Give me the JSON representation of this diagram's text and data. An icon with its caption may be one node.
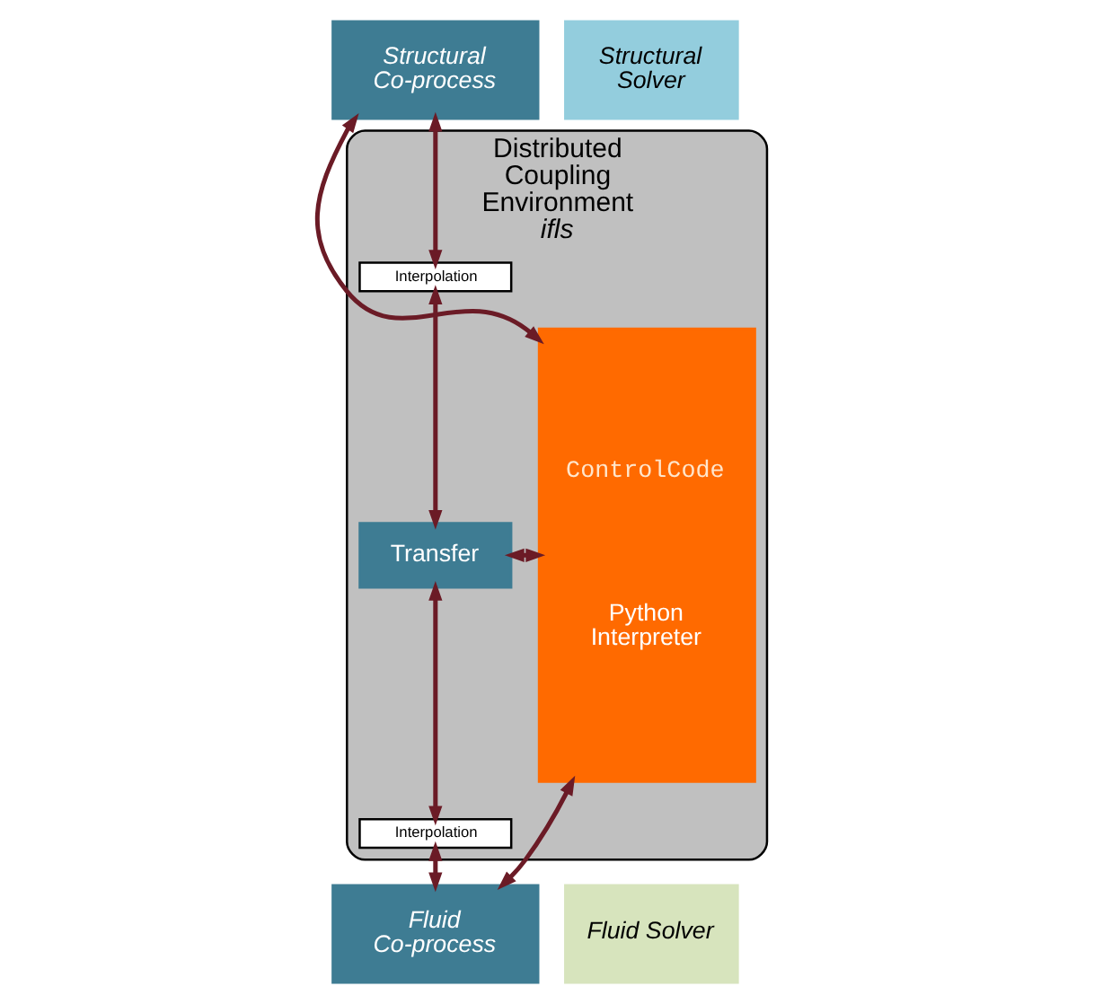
{
  "diagram": {
    "nodes": [
      {
        "text": [
          "Distributed Coupling Environment *ifls*"
        ]
      },
      {
        "text": [
          "ControlCode",
          "Python Interpreter"
        ],
        "in": 0
      },
      {
        "text": [
          "Structural Co-process"
        ]
      },
      {
        "text": [
          "Structural Solver"
        ]
      },
      {
        "text": [
          "Interpolation"
        ],
        "in": 0
      },
      {
        "text": [
          "Transfer"
        ],
        "in": 0
      },
      {
        "text": [
          "Interpolation"
        ],
        "in": 0
      },
      {
        "text": [
          "Fluid Co-process"
        ]
      },
      {
        "text": [
          "Fluid Solver"
        ]
      }
    ],
    "edges": [
      {
        "from": 1,
        "to": 2,
        "arrow": "both"
      },
      {
        "from": 2,
        "to": 4,
        "arrow": "both"
      },
      {
        "from": 4,
        "to": 5,
        "arrow": "both"
      },
      {
        "from": 1,
        "to": 5,
        "arrow": "both"
      },
      {
        "from": 5,
        "to": 6,
        "arrow": "both"
      },
      {
        "from": 6,
        "to": 7,
        "arrow": "both"
      },
      {
        "from": 1,
        "to": 7,
        "arrow": "both"
      }
    ]
  }
}
